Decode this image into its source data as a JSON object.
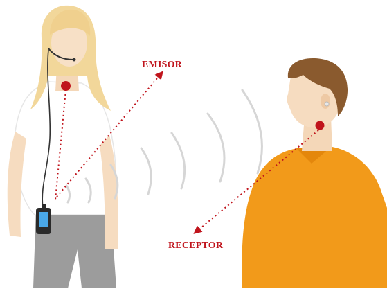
{
  "labels": {
    "emisor": "EMISOR",
    "receptor": "RECEPTOR"
  },
  "colors": {
    "accent_red": "#c0141c",
    "skin": "#f4d7b8",
    "hair_woman": "#f2d79a",
    "hair_man": "#8a5a2e",
    "shirt_man": "#f29a1a",
    "shirt_woman": "#ffffff",
    "pants_woman": "#9a9a9a",
    "waves": "#d6d6d6"
  },
  "figures": [
    {
      "role": "sender",
      "description_icon": "woman-with-headset-icon"
    },
    {
      "role": "receiver",
      "description_icon": "man-with-earpiece-icon"
    }
  ]
}
